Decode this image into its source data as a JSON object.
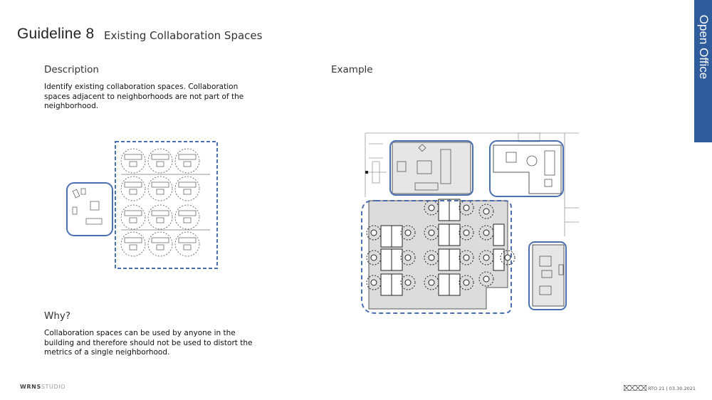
{
  "header": {
    "title": "Guideline 8",
    "subtitle": "Existing Collaboration Spaces"
  },
  "side_tab": {
    "label": "Open Office",
    "color": "#2e5c9c"
  },
  "description": {
    "heading": "Description",
    "lines": [
      "Identify existing collaboration spaces. Collaboration",
      "spaces adjacent to neighborhoods are not part of the",
      "neighborhood."
    ]
  },
  "why": {
    "heading": "Why?",
    "lines": [
      "Collaboration spaces can be used by anyone in the",
      "building and therefore should not be used to distort the",
      "metrics of a single neighborhood."
    ]
  },
  "example": {
    "heading": "Example"
  },
  "footer": {
    "logo_bold": "WRNS",
    "logo_light": "STUDIO",
    "doc_id": "RTO 21 | 03.30.2021"
  },
  "colors": {
    "collab_outline": "#4a6fb0",
    "neighborhood_outline": "#4a6fb0",
    "accent": "#2e5c9c"
  }
}
